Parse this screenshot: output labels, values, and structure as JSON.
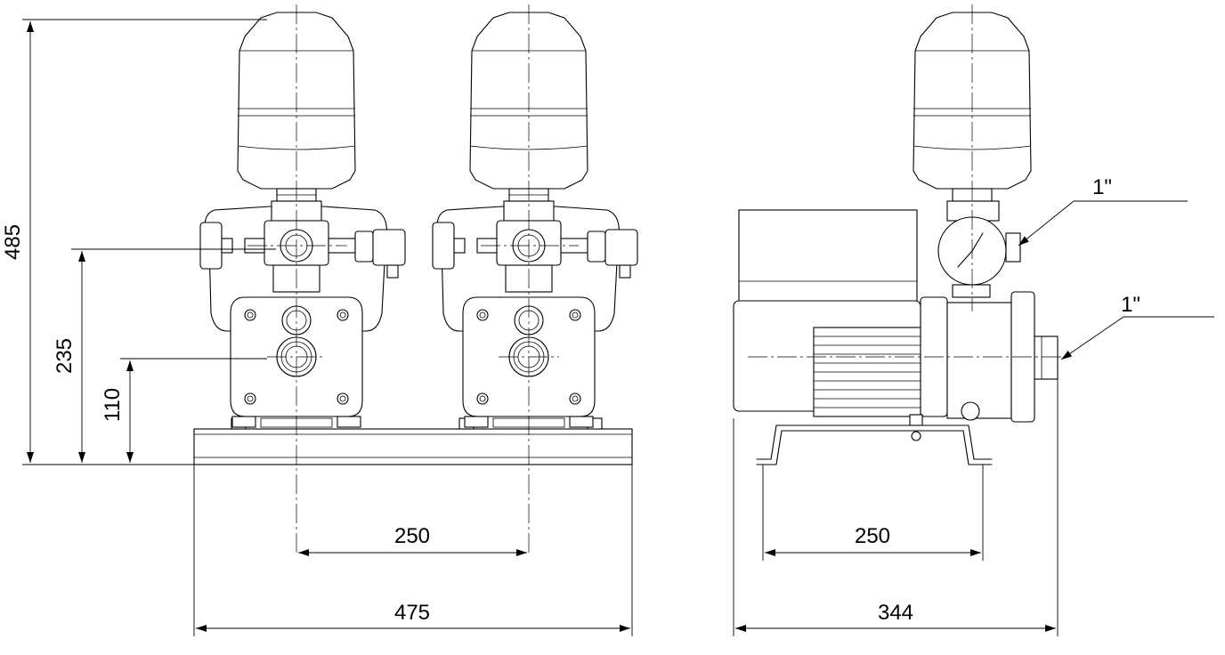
{
  "dimensions": {
    "height_total": "485",
    "height_outlet": "235",
    "height_inlet": "110",
    "pump_spacing_front": "250",
    "base_width": "475",
    "foot_spacing_side": "250",
    "side_length": "344"
  },
  "connections": {
    "outlet_size": "1\"",
    "inlet_size": "1\""
  },
  "colors": {
    "line": "#000000",
    "background": "#ffffff"
  }
}
